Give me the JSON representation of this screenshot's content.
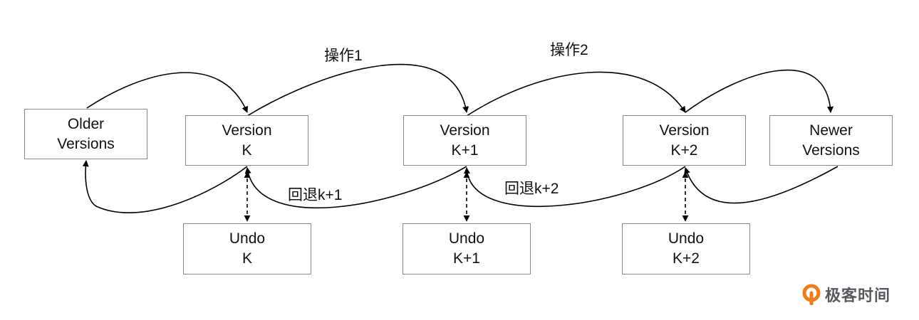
{
  "boxes": {
    "older": {
      "line1": "Older",
      "line2": "Versions"
    },
    "version_k": {
      "line1": "Version",
      "line2": "K"
    },
    "version_k1": {
      "line1": "Version",
      "line2": "K+1"
    },
    "version_k2": {
      "line1": "Version",
      "line2": "K+2"
    },
    "newer": {
      "line1": "Newer",
      "line2": "Versions"
    },
    "undo_k": {
      "line1": "Undo",
      "line2": "K"
    },
    "undo_k1": {
      "line1": "Undo",
      "line2": "K+1"
    },
    "undo_k2": {
      "line1": "Undo",
      "line2": "K+2"
    }
  },
  "labels": {
    "op1": "操作1",
    "op2": "操作2",
    "rollback_k1": "回退k+1",
    "rollback_k2": "回退k+2"
  },
  "logo": {
    "text": "极客时间",
    "icon": "geektime-logo-icon",
    "accent": "#f07c1e"
  },
  "colors": {
    "arrow": "#000000",
    "box_border": "#8a8a8a"
  }
}
